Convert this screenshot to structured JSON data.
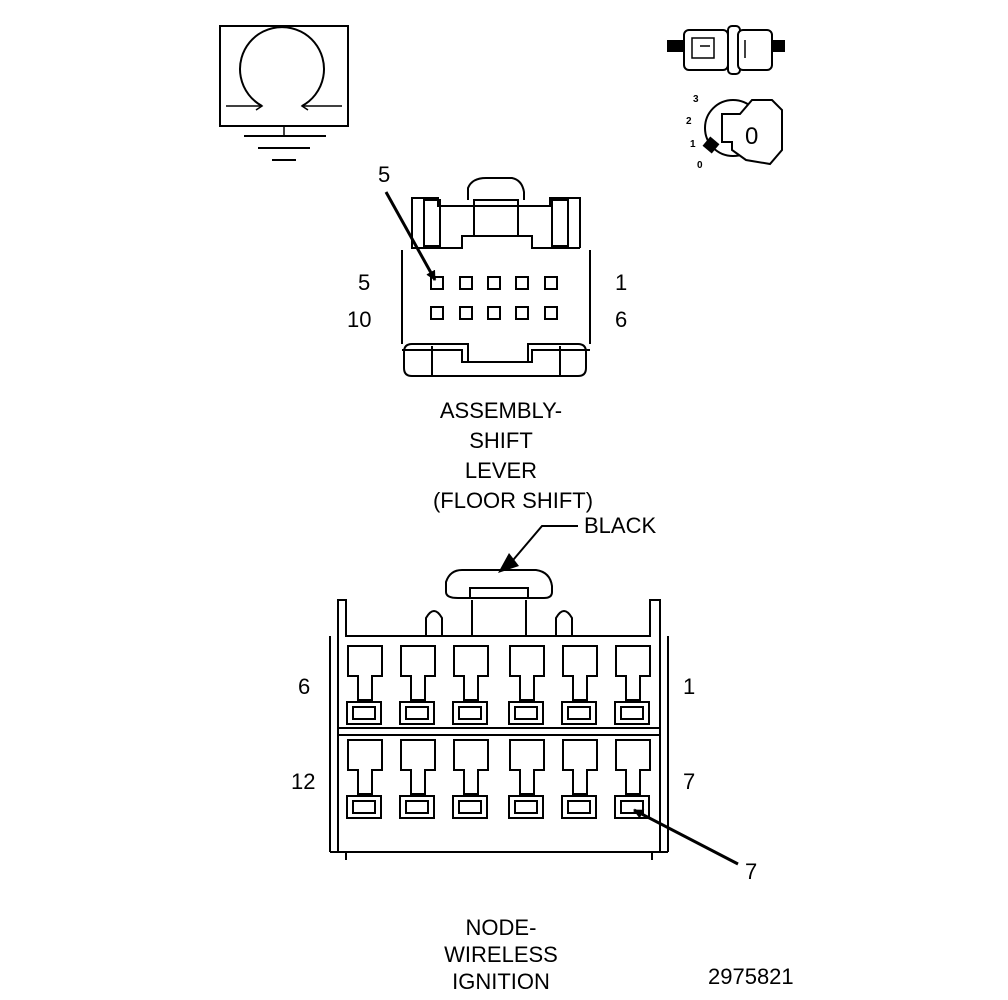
{
  "diagram": {
    "connector_top": {
      "callout_pin": "5",
      "row1_left": "5",
      "row1_right": "1",
      "row2_left": "10",
      "row2_right": "6",
      "name_lines": [
        "ASSEMBLY-",
        "SHIFT",
        "LEVER",
        "(FLOOR SHIFT)"
      ]
    },
    "connector_bottom": {
      "color_label": "BLACK",
      "row1_left": "6",
      "row1_right": "1",
      "row2_left": "12",
      "row2_right": "7",
      "callout_pin": "7",
      "name_lines": [
        "NODE-",
        "WIRELESS",
        "IGNITION"
      ]
    },
    "ignition_positions": [
      "3",
      "2",
      "1",
      "0"
    ],
    "key_label": "0",
    "figure_number": "2975821"
  }
}
